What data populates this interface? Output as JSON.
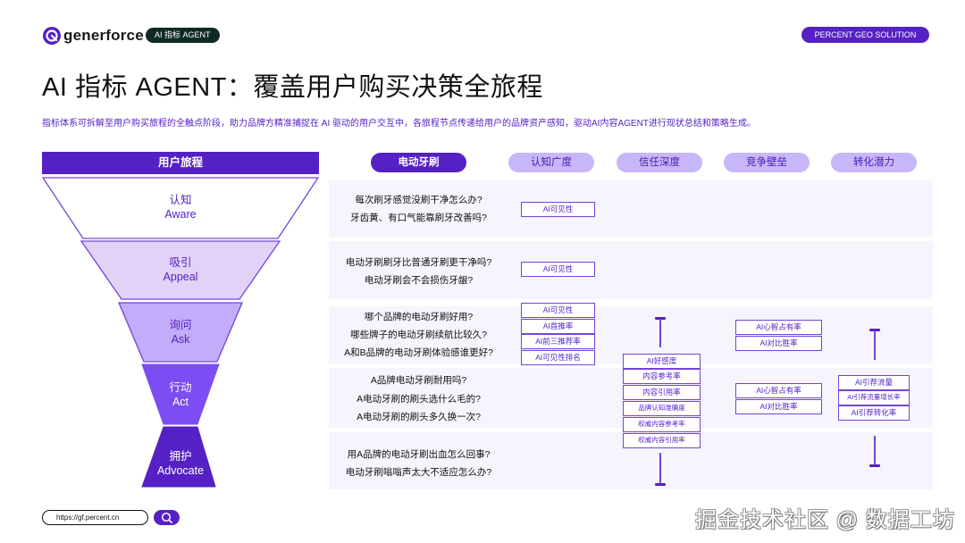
{
  "header": {
    "brand": "generforce",
    "agent_badge": "AI 指标 AGENT",
    "solution_badge": "PERCENT GEO SOLUTION"
  },
  "title": "AI 指标 AGENT：覆盖用户购买决策全旅程",
  "subtitle": "指标体系可拆解至用户购买旅程的全触点阶段，助力品牌方精准捕捉在 AI 驱动的用户交互中，各旅程节点传递给用户的品牌资产感知，驱动AI内容AGENT进行现状总结和策略生成。",
  "funnel": {
    "header": "用户旅程",
    "stages": [
      {
        "cn": "认知",
        "en": "Aware",
        "fill": "#ffffff",
        "text_color": "#5521c4"
      },
      {
        "cn": "吸引",
        "en": "Appeal",
        "fill": "#e3d2f7",
        "text_color": "#5521c4"
      },
      {
        "cn": "询问",
        "en": "Ask",
        "fill": "#c3acf9",
        "text_color": "#5521c4"
      },
      {
        "cn": "行动",
        "en": "Act",
        "fill": "#7b4df2",
        "text_color": "#ffffff"
      },
      {
        "cn": "拥护",
        "en": "Advocate",
        "fill": "#5521c4",
        "text_color": "#ffffff"
      }
    ]
  },
  "grid": {
    "columns": [
      "电动牙刷",
      "认知广度",
      "信任深度",
      "竞争壁垒",
      "转化潜力"
    ],
    "rows": [
      {
        "questions": [
          "每次刷牙感觉没刷干净怎么办?",
          "牙齿黄、有口气能靠刷牙改善吗?"
        ]
      },
      {
        "questions": [
          "电动牙刷刷牙比普通牙刷更干净吗?",
          "电动牙刷会不会损伤牙龈?"
        ]
      },
      {
        "questions": [
          "哪个品牌的电动牙刷好用?",
          "哪些牌子的电动牙刷续航比较久?",
          "A和B品牌的电动牙刷体验感谁更好?"
        ]
      },
      {
        "questions": [
          "A品牌电动牙刷耐用吗?",
          "A电动牙刷的刷头选什么毛的?",
          "A电动牙刷的刷头多久换一次?"
        ]
      },
      {
        "questions": [
          "用A品牌的电动牙刷出血怎么回事?",
          "电动牙刷嗡嗡声太大不适应怎么办?"
        ]
      }
    ],
    "metrics": {
      "awareness_row1": [
        "AI可见性"
      ],
      "awareness_row2": [
        "AI可见性"
      ],
      "awareness_row3": [
        "AI可见性",
        "AI首推率",
        "AI前三推荐率",
        "AI可见性排名"
      ],
      "trust": [
        "AI好感度",
        "内容参考率",
        "内容引用率",
        "品牌认知准确度",
        "权威内容参考率",
        "权威内容引用率"
      ],
      "competition_row3": [
        "AI心智占有率",
        "AI对比胜率"
      ],
      "competition_row4": [
        "AI心智占有率",
        "AI对比胜率"
      ],
      "conversion": [
        "AI引荐流量",
        "AI引荐流量增长率",
        "AI引荐转化率"
      ]
    }
  },
  "footer": {
    "url": "https://gf.percent.cn",
    "search_icon": "search-icon",
    "watermark": "掘金技术社区 @ 数据工坊"
  },
  "colors": {
    "primary": "#5521c4",
    "light_purple": "#c7b6f9",
    "row_bg": "#f6f4fd",
    "dark_badge": "#0e2a24"
  }
}
